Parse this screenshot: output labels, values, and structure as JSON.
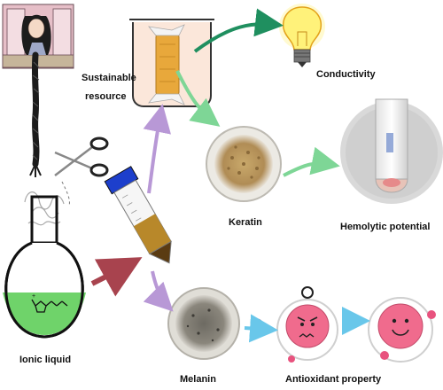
{
  "labels": {
    "sustainable": "Sustainable",
    "resource": "resource",
    "conductivity": "Conductivity",
    "keratin": "Keratin",
    "hemolytic": "Hemolytic potential",
    "ionic_liquid": "Ionic liquid",
    "melanin": "Melanin",
    "antioxidant": "Antioxidant property"
  },
  "colors": {
    "green_arrow": "#1f8f5f",
    "light_green_arrow": "#7ed696",
    "purple_arrow": "#b898d6",
    "maroon_arrow": "#a8434e",
    "blue_arrow": "#69c7ea",
    "ionic_liquid_fill": "#6fd36a",
    "radical_pink": "#e8527e",
    "tube_cap": "#1d3fcc"
  },
  "icons": [
    "hair-illustration",
    "scissors-icon",
    "beaker-icon",
    "lightbulb-icon",
    "round-flask-icon",
    "centrifuge-tube-icon",
    "keratin-dish",
    "test-tube-icon",
    "melanin-dish",
    "radical-sad-icon",
    "radical-happy-icon"
  ]
}
